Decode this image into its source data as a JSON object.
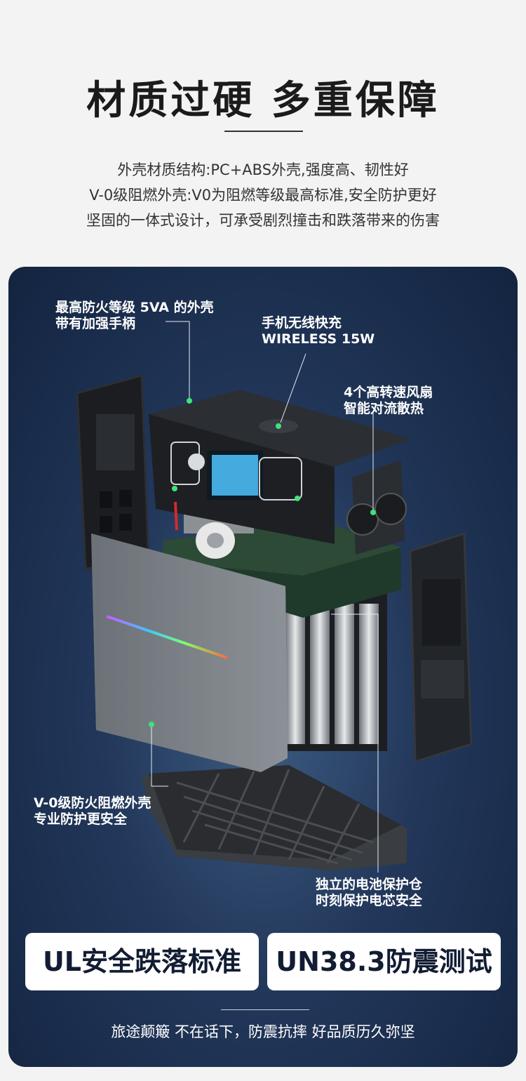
{
  "header": {
    "title": "材质过硬 多重保障",
    "intro_lines": [
      "外壳材质结构:PC+ABS外壳,强度高、韧性好",
      "V-0级阻燃外壳:V0为阻燃等级最高标准,安全防护更好",
      "坚固的一体式设计，可承受剧烈撞击和跌落带来的伤害"
    ]
  },
  "callouts": {
    "shell": [
      "最高防火等级 5VA 的外壳",
      "带有加强手柄"
    ],
    "wireless": [
      "手机无线快充",
      "WIRELESS 15W"
    ],
    "fans": [
      "4个高转速风扇",
      "智能对流散热"
    ],
    "v0": [
      "V-0级防火阻燃外壳",
      "专业防护更安全"
    ],
    "battery": [
      "独立的电池保护仓",
      "时刻保护电芯安全"
    ]
  },
  "badges": {
    "left": "UL安全跌落标准",
    "right": "UN38.3防震测试"
  },
  "footer": {
    "tagline": "旅途颠簸 不在话下，防震抗摔 好品质历久弥坚"
  },
  "colors": {
    "accent_dot": "#3fe37a",
    "panel_dark": "#132440",
    "panel_light": "#3d5c82",
    "screen": "#4fc6ff"
  }
}
